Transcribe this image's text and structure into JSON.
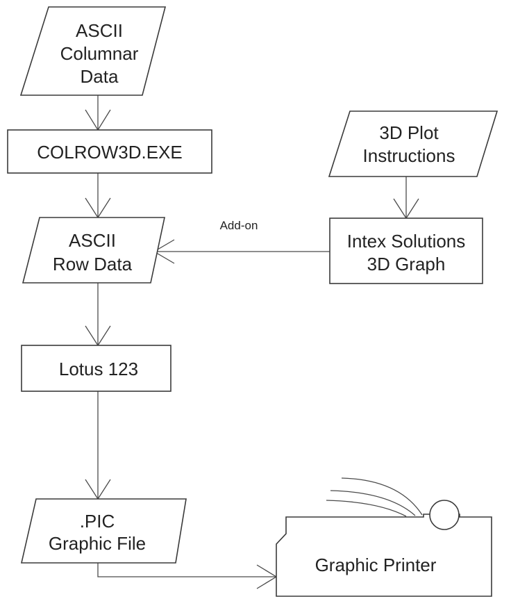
{
  "nodes": {
    "ascii_columnar": {
      "line1": "ASCII",
      "line2": "Columnar",
      "line3": "Data"
    },
    "colrow": {
      "label": "COLROW3D.EXE"
    },
    "plot_instructions": {
      "line1": "3D Plot",
      "line2": "Instructions"
    },
    "ascii_row": {
      "line1": "ASCII",
      "line2": "Row Data"
    },
    "intex": {
      "line1": "Intex Solutions",
      "line2": "3D Graph"
    },
    "lotus": {
      "label": "Lotus 123"
    },
    "pic_file": {
      "line1": ".PIC",
      "line2": "Graphic File"
    },
    "printer": {
      "label": "Graphic Printer"
    }
  },
  "edges": {
    "addon_label": "Add-on"
  }
}
